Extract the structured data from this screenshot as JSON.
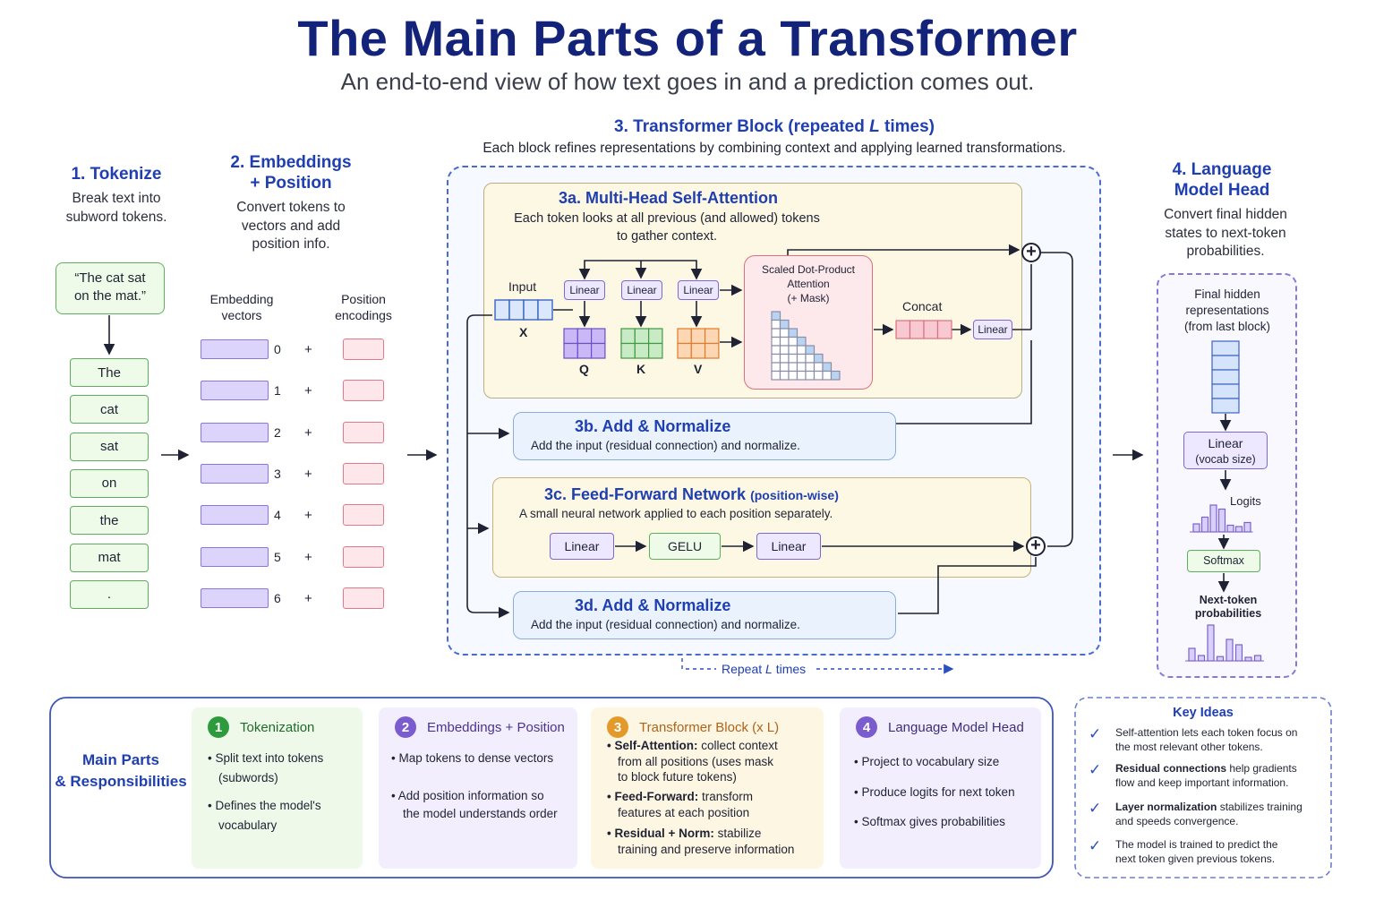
{
  "title": "The Main Parts of a Transformer",
  "subtitle": "An end-to-end view of how text goes in and a prediction comes out.",
  "tokenize": {
    "title": "1. Tokenize",
    "desc_1": "Break text into",
    "desc_2": "subword tokens.",
    "input_1": "“The cat sat",
    "input_2": "on the mat.”",
    "tokens": [
      "The",
      "cat",
      "sat",
      "on",
      "the",
      "mat",
      "."
    ]
  },
  "embeddings": {
    "title_1": "2. Embeddings",
    "title_2": "+ Position",
    "desc_1": "Convert tokens to",
    "desc_2": "vectors and add",
    "desc_3": "position info.",
    "vec_label_1": "Embedding",
    "vec_label_2": "vectors",
    "pos_label_1": "Position",
    "pos_label_2": "encodings",
    "indices": [
      "0",
      "1",
      "2",
      "3",
      "4",
      "5",
      "6"
    ],
    "plus": "+"
  },
  "block": {
    "title": "3. Transformer Block (repeated L times)",
    "title_pre": "3. Transformer Block (repeated ",
    "title_L": "L",
    "title_post": " times)",
    "desc": "Each block refines representations by combining context and applying learned transformations.",
    "repeat_pre": "Repeat ",
    "repeat_L": "L",
    "repeat_post": " times"
  },
  "attention": {
    "title": "3a. Multi-Head Self-Attention",
    "desc_1": "Each token looks at all previous (and allowed) tokens",
    "desc_2": "to gather context.",
    "input_label": "Input",
    "x_label": "X",
    "linear": "Linear",
    "q": "Q",
    "k": "K",
    "v": "V",
    "sdpa_1": "Scaled Dot-Product",
    "sdpa_2": "Attention",
    "sdpa_3": "(+ Mask)",
    "concat": "Concat",
    "out_linear": "Linear"
  },
  "addnorm1": {
    "title": "3b. Add & Normalize",
    "desc": "Add the input (residual connection) and normalize."
  },
  "ffn": {
    "title": "3c. Feed-Forward Network",
    "title_suffix": "(position-wise)",
    "desc": "A small neural network applied to each position separately.",
    "linear_1": "Linear",
    "gelu": "GELU",
    "linear_2": "Linear"
  },
  "addnorm2": {
    "title": "3d. Add & Normalize",
    "desc": "Add the input (residual connection) and normalize."
  },
  "lm_head": {
    "title_1": "4. Language",
    "title_2": "Model Head",
    "desc_1": "Convert final hidden",
    "desc_2": "states to next-token",
    "desc_3": "probabilities.",
    "final_1": "Final hidden",
    "final_2": "representations",
    "final_3": "(from last block)",
    "linear_1": "Linear",
    "linear_2": "(vocab size)",
    "logits": "Logits",
    "softmax": "Softmax",
    "probs_1": "Next-token",
    "probs_2": "probabilities"
  },
  "summary": {
    "label_1": "Main Parts",
    "label_2": "& Responsibilities",
    "cards": [
      {
        "num": "1",
        "title": "Tokenization",
        "color": "#2e9a3e",
        "bullets": [
          "• Split text into tokens",
          "(subwords)",
          "• Defines the model's",
          "vocabulary"
        ]
      },
      {
        "num": "2",
        "title": "Embeddings + Position",
        "color": "#7b5ccf",
        "bullets": [
          "• Map tokens to dense vectors",
          "• Add position information so",
          "the model understands order"
        ]
      },
      {
        "num": "3",
        "title": "Transformer Block (x L)",
        "color": "#e39a2a",
        "bullets": [
          {
            "bold": "• Self-Attention:",
            "rest": " collect context"
          },
          "from all positions (uses mask",
          "to block future tokens)",
          {
            "bold": "• Feed-Forward:",
            "rest": " transform"
          },
          "features at each position",
          {
            "bold": "• Residual + Norm:",
            "rest": " stabilize"
          },
          "training and preserve information"
        ]
      },
      {
        "num": "4",
        "title": "Language Model Head",
        "color": "#7b5ccf",
        "bullets": [
          "• Project to vocabulary size",
          "• Produce logits for next token",
          "• Softmax gives probabilities"
        ]
      }
    ]
  },
  "key_ideas": {
    "title": "Key Ideas",
    "items": [
      {
        "bold": "",
        "line_1": "Self-attention lets each token focus on",
        "line_2": "the most relevant other tokens."
      },
      {
        "bold": "Residual connections",
        "line_1": " help gradients",
        "line_2": "flow and keep important information."
      },
      {
        "bold": "Layer normalization",
        "line_1": " stabilizes training",
        "line_2": "and speeds convergence."
      },
      {
        "bold": "",
        "line_1": "The model is trained to predict the",
        "line_2": "next token given previous tokens."
      }
    ],
    "check": "✓"
  },
  "colors": {
    "title": "#14237a",
    "accent_blue": "#1f3fb0",
    "token_green": "#5fae5f",
    "embed_purple": "#8c76d9",
    "pos_pink": "#e07a88",
    "attention_bg": "#fdf8e4",
    "addnorm_bg": "#eaf3fd",
    "sdpa_bg": "#fde8ec"
  },
  "probability_bars": {
    "logits": [
      0.3,
      0.55,
      1.0,
      0.85,
      0.25,
      0.2,
      0.35
    ],
    "probs": [
      0.35,
      0.15,
      1.0,
      0.12,
      0.6,
      0.45,
      0.1,
      0.15
    ]
  }
}
